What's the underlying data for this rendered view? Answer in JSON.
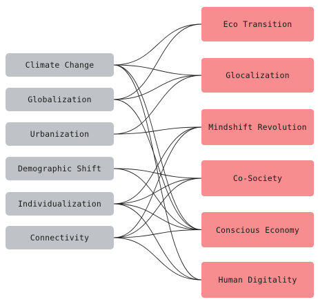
{
  "drivers": [
    {
      "id": "climate",
      "label": "Climate Change"
    },
    {
      "id": "globalization",
      "label": "Globalization"
    },
    {
      "id": "urbanization",
      "label": "Urbanization"
    },
    {
      "id": "demographic",
      "label": "Demographic Shift"
    },
    {
      "id": "individualization",
      "label": "Individualization"
    },
    {
      "id": "connectivity",
      "label": "Connectivity"
    }
  ],
  "outcomes": [
    {
      "id": "eco",
      "label": "Eco Transition"
    },
    {
      "id": "glocalization",
      "label": "Glocalization"
    },
    {
      "id": "mindshift",
      "label": "Mindshift Revolution"
    },
    {
      "id": "cosociety",
      "label": "Co-Society"
    },
    {
      "id": "conscious",
      "label": "Conscious Economy"
    },
    {
      "id": "digitality",
      "label": "Human Digitality"
    }
  ],
  "links": [
    {
      "from": "climate",
      "to": "eco"
    },
    {
      "from": "climate",
      "to": "glocalization"
    },
    {
      "from": "climate",
      "to": "conscious"
    },
    {
      "from": "climate",
      "to": "digitality"
    },
    {
      "from": "globalization",
      "to": "eco"
    },
    {
      "from": "globalization",
      "to": "glocalization"
    },
    {
      "from": "globalization",
      "to": "conscious"
    },
    {
      "from": "urbanization",
      "to": "glocalization"
    },
    {
      "from": "urbanization",
      "to": "mindshift"
    },
    {
      "from": "demographic",
      "to": "cosociety"
    },
    {
      "from": "demographic",
      "to": "conscious"
    },
    {
      "from": "individualization",
      "to": "mindshift"
    },
    {
      "from": "individualization",
      "to": "cosociety"
    },
    {
      "from": "individualization",
      "to": "conscious"
    },
    {
      "from": "individualization",
      "to": "digitality"
    },
    {
      "from": "connectivity",
      "to": "mindshift"
    },
    {
      "from": "connectivity",
      "to": "cosociety"
    },
    {
      "from": "connectivity",
      "to": "conscious"
    },
    {
      "from": "connectivity",
      "to": "digitality"
    }
  ],
  "colors": {
    "driver_fill": "#bfc3c7",
    "outcome_fill": "#f78d8f",
    "link_stroke": "#222222",
    "text": "#1a1a1a"
  }
}
